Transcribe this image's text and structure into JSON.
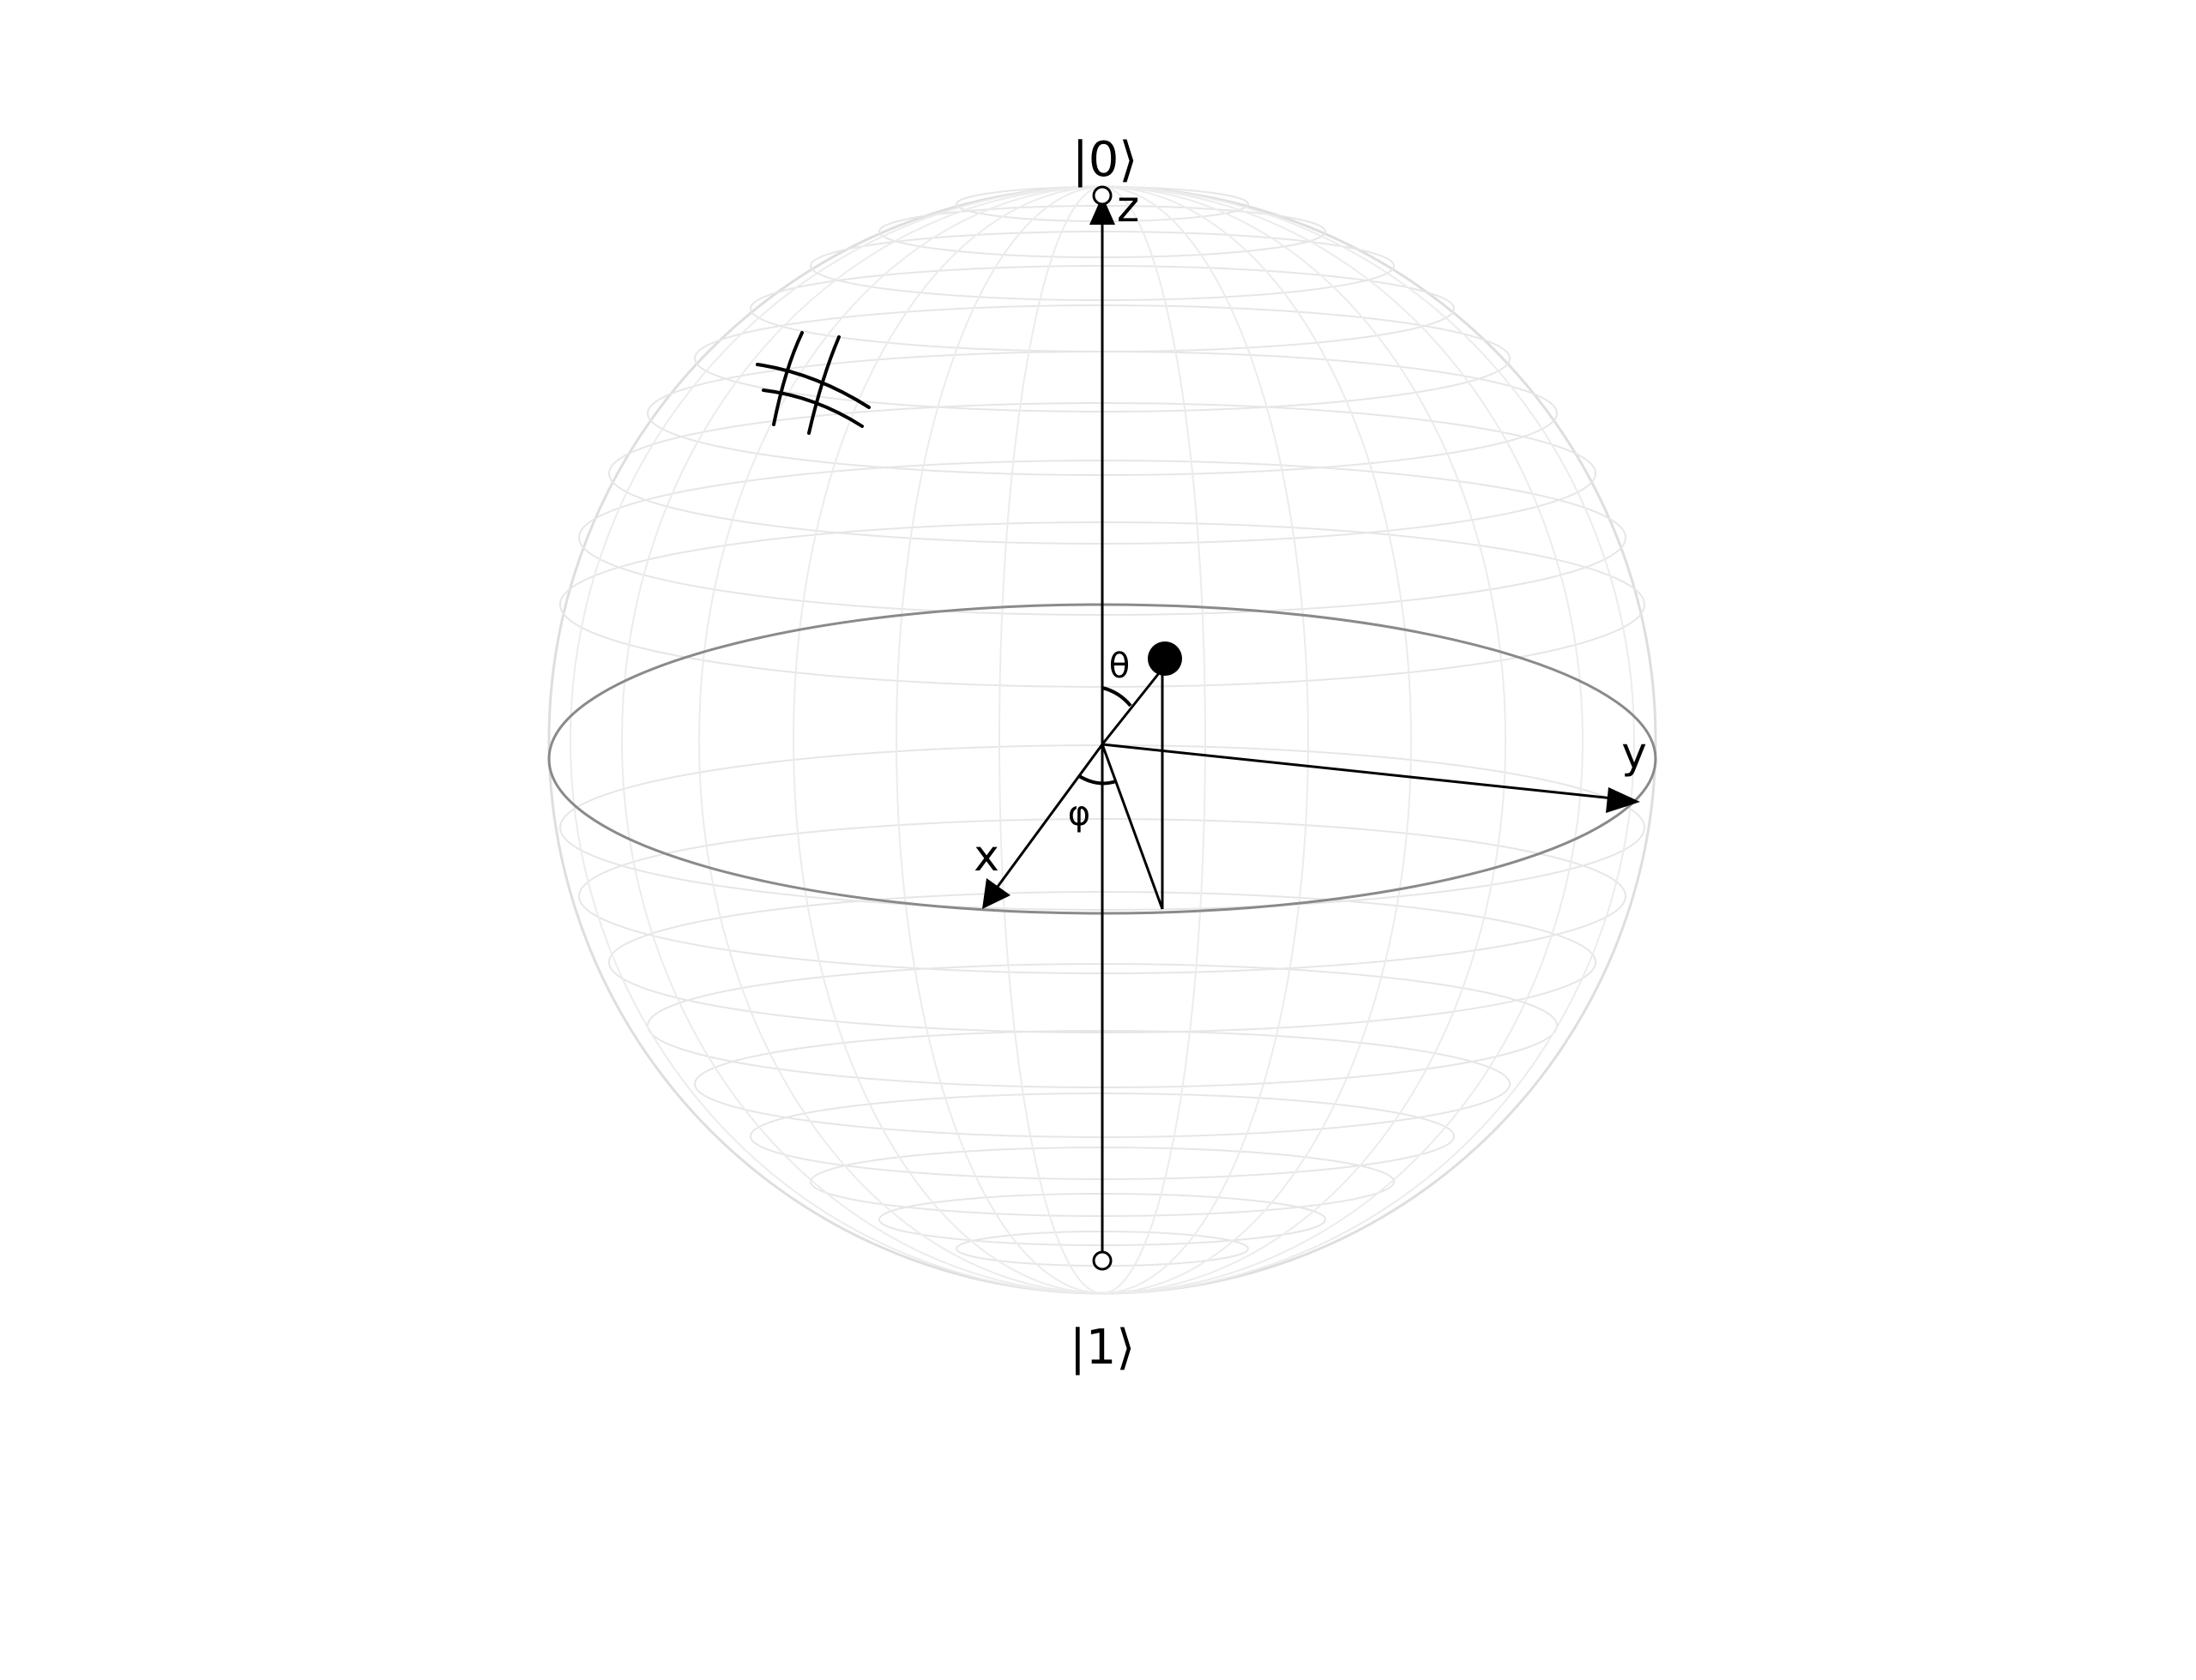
{
  "labels": {
    "ket_zero": "|0⟩",
    "ket_one": "|1⟩",
    "z_axis": "z",
    "x_axis": "x",
    "y_axis": "y",
    "theta": "θ",
    "phi": "φ"
  },
  "colors": {
    "background": "#ffffff",
    "axis": "#000000",
    "grid": "#e4e4e4",
    "equator": "#8a8a8a",
    "state_point": "#000000"
  },
  "icons": {
    "mark": "hash-sketch-icon"
  }
}
